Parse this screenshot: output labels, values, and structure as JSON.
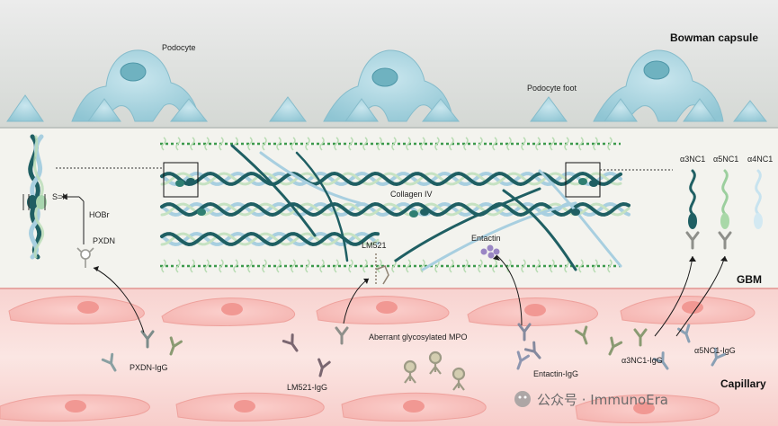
{
  "regions": {
    "bowman": "Bowman capsule",
    "gbm": "GBM",
    "capillary": "Capillary"
  },
  "labels": {
    "podocyte": "Podocyte",
    "podocyte_foot": "Podocyte foot",
    "collagen": "Collagen IV",
    "lm521": "LM521",
    "entactin": "Entactin",
    "sn": "S=N",
    "hobr": "HOBr",
    "pxdn": "PXDN",
    "a3nc1": "α3NC1",
    "a5nc1": "α5NC1",
    "a4nc1": "α4NC1",
    "pxdn_igg": "PXDN-IgG",
    "lm521_igg": "LM521-IgG",
    "aberrant_mpo": "Aberrant glycosylated MPO",
    "entactin_igg": "Entactin-IgG",
    "a3nc1_igg": "α3NC1-IgG",
    "a5nc1_igg": "α5NC1-IgG"
  },
  "watermark": "公众号 · ImmunoEra",
  "colors": {
    "bowman_band": "#dcdfdc",
    "gbm_band": "#f3f3ef",
    "capillary_band": "#f6c9c6",
    "cell_fill": "#f4a9a6",
    "podocyte_fill": "#a9d4df",
    "collagen_dark": "#1f5f63",
    "collagen_light": "#a8cfe0",
    "collagen_green": "#3c9a4c",
    "antibody_grey": "#8e8f8a",
    "mpo_fill": "#c9c3a4"
  }
}
